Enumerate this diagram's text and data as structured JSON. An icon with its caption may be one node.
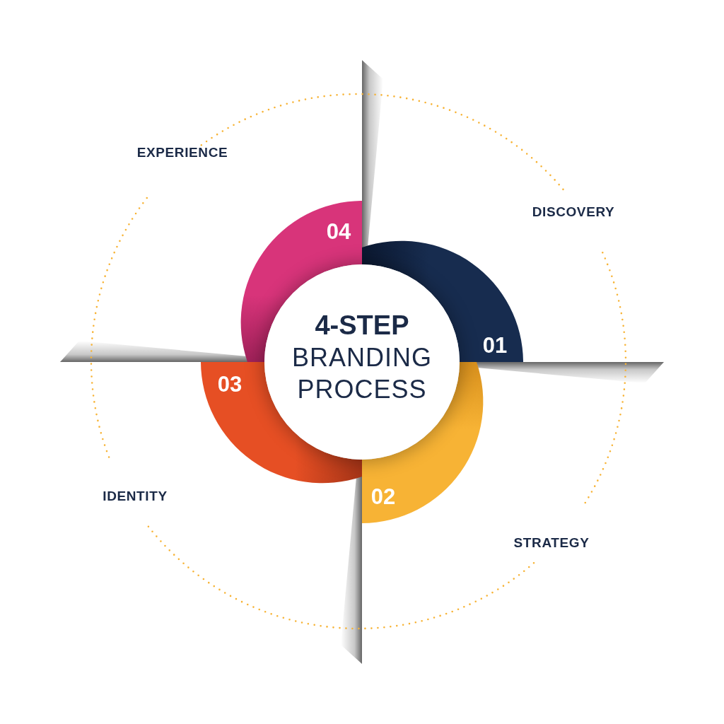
{
  "diagram": {
    "nodes": [
      {
        "text": [
          "4-STEP",
          "BRANDING PROCESS"
        ]
      },
      {
        "text": [
          "01"
        ],
        "beside": [
          "DISCOVERY"
        ]
      },
      {
        "text": [
          "02"
        ],
        "beside": [
          "STRATEGY"
        ]
      },
      {
        "text": [
          "03"
        ],
        "beside": [
          "IDENTITY"
        ]
      },
      {
        "text": [
          "04"
        ],
        "beside": [
          "EXPERIENCE"
        ]
      }
    ]
  }
}
